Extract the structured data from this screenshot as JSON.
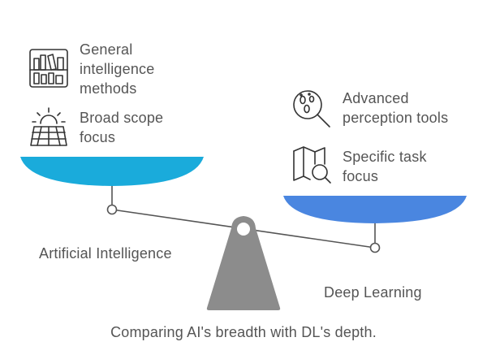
{
  "left_pan": {
    "label": "Artificial Intelligence",
    "color": "#1AABDB",
    "items": [
      {
        "icon": "library-books-icon",
        "text": "General\nintelligence\nmethods"
      },
      {
        "icon": "sunrise-field-icon",
        "text": "Broad scope\nfocus"
      }
    ]
  },
  "right_pan": {
    "label": "Deep Learning",
    "color": "#4A86E0",
    "items": [
      {
        "icon": "magnifier-footprints-icon",
        "text": "Advanced\nperception tools"
      },
      {
        "icon": "map-search-icon",
        "text": "Specific task\nfocus"
      }
    ]
  },
  "caption": "Comparing AI's breadth with DL's depth.",
  "colors": {
    "text": "#555555",
    "fulcrum": "#8C8C8C",
    "line": "#555555"
  }
}
